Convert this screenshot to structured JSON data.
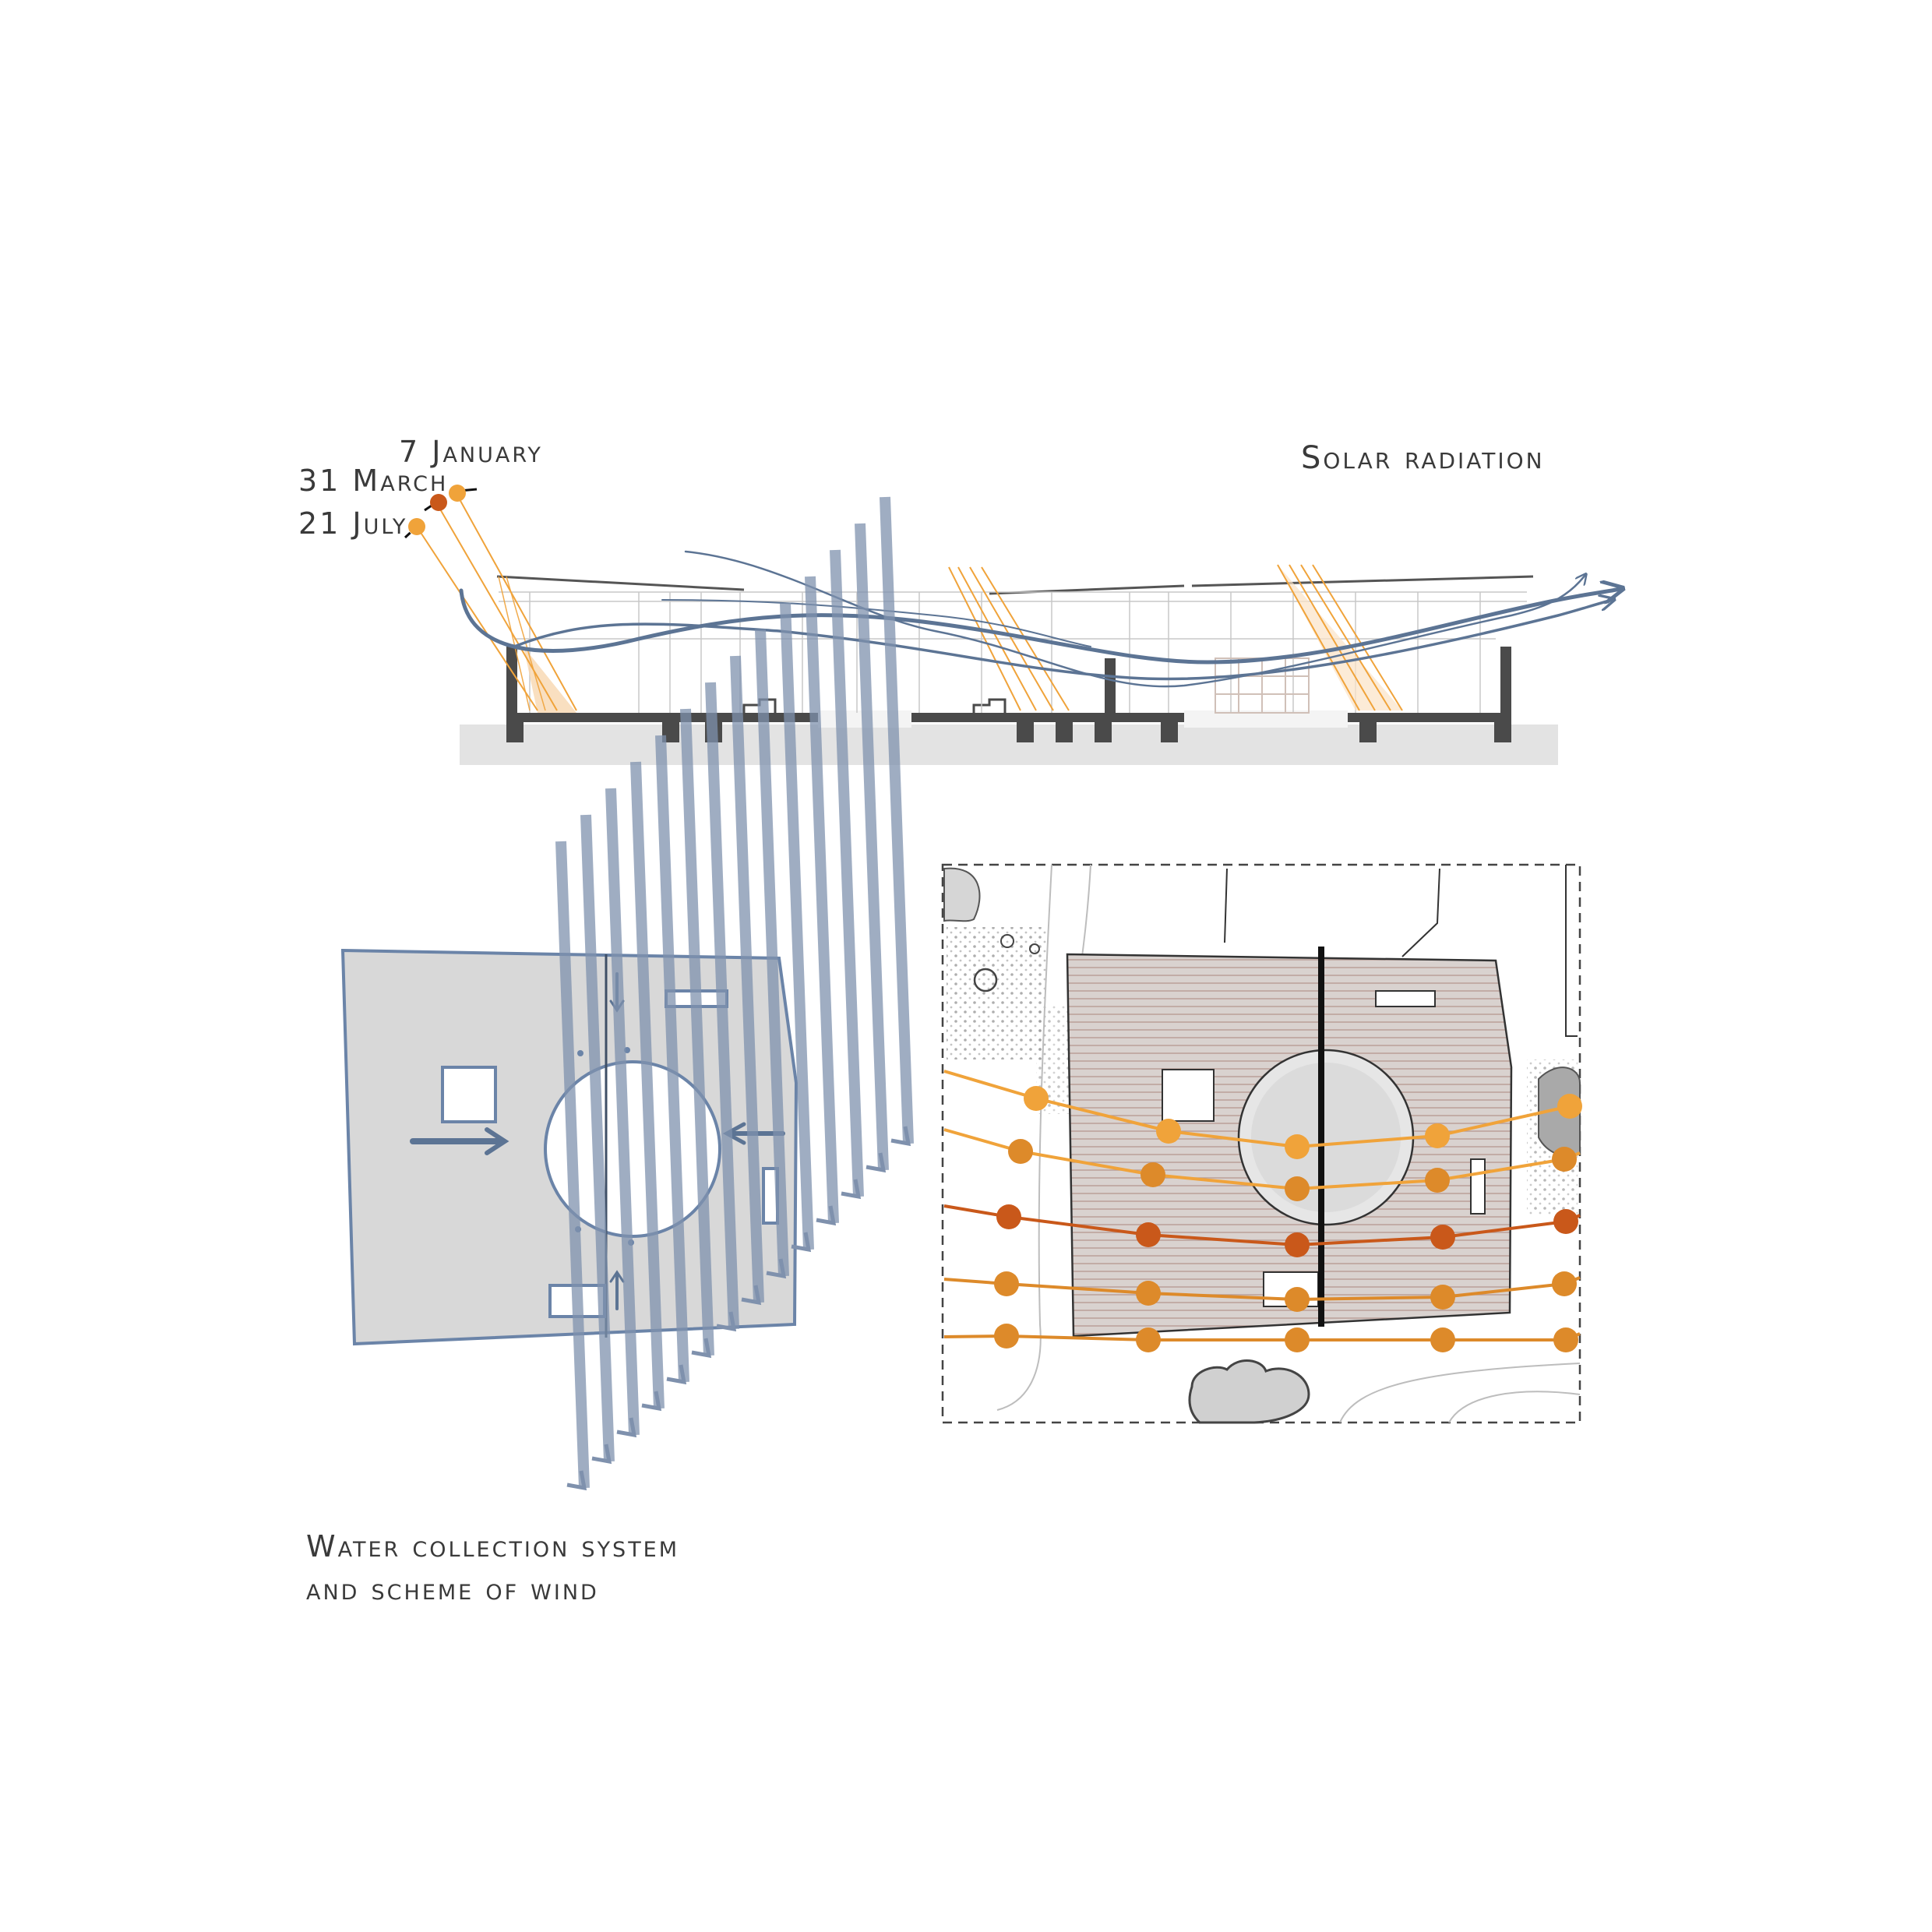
{
  "section": {
    "title": "Solar radiation",
    "dates": [
      {
        "label": "7 January",
        "color": "#f0a33a"
      },
      {
        "label": "31 March",
        "color": "#c9581a"
      },
      {
        "label": "21 July",
        "color": "#f0a33a"
      }
    ]
  },
  "water_diagram": {
    "caption_line1": "Water collection system",
    "caption_line2": "and scheme of wind"
  },
  "colors": {
    "wind": "#5c7494",
    "rain": "#7f91ad",
    "roof": "#6b84a8",
    "sun_light": "#f0a33a",
    "sun_mid": "#dd8a2a",
    "sun_dark": "#c9581a",
    "ground": "#e3e3e3",
    "wall": "#4a4a4a"
  }
}
